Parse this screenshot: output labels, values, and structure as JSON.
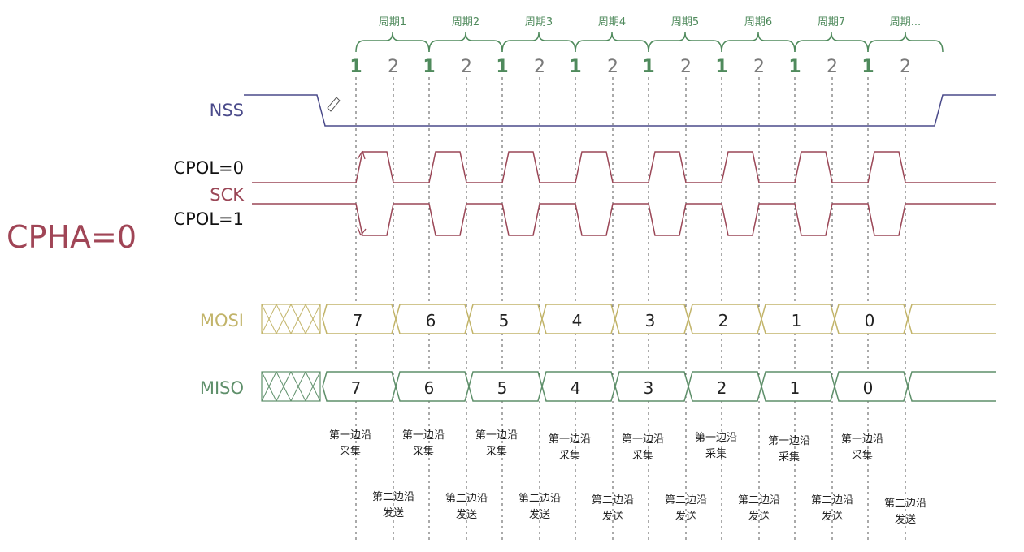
{
  "title": "CPHA=0",
  "periods": [
    "周期1",
    "周期2",
    "周期3",
    "周期4",
    "周期5",
    "周期6",
    "周期7",
    "周期..."
  ],
  "edges": [
    "1",
    "2"
  ],
  "signals": {
    "nss": "NSS",
    "cpol0": "CPOL=0",
    "sck": "SCK",
    "cpol1": "CPOL=1",
    "mosi": "MOSI",
    "miso": "MISO"
  },
  "bits": [
    "7",
    "6",
    "5",
    "4",
    "3",
    "2",
    "1",
    "0"
  ],
  "notes": {
    "first_a": "第一边沿",
    "first_b": "采集",
    "second_a": "第二边沿",
    "second_b": "发送"
  },
  "colors": {
    "green": "#4f8a5c",
    "gray": "#7a7a7a",
    "nss": "#4a4a8a",
    "sck": "#9a4656",
    "mosi": "#c2b46a",
    "miso": "#5e8f6a",
    "cpha": "#a04556"
  }
}
